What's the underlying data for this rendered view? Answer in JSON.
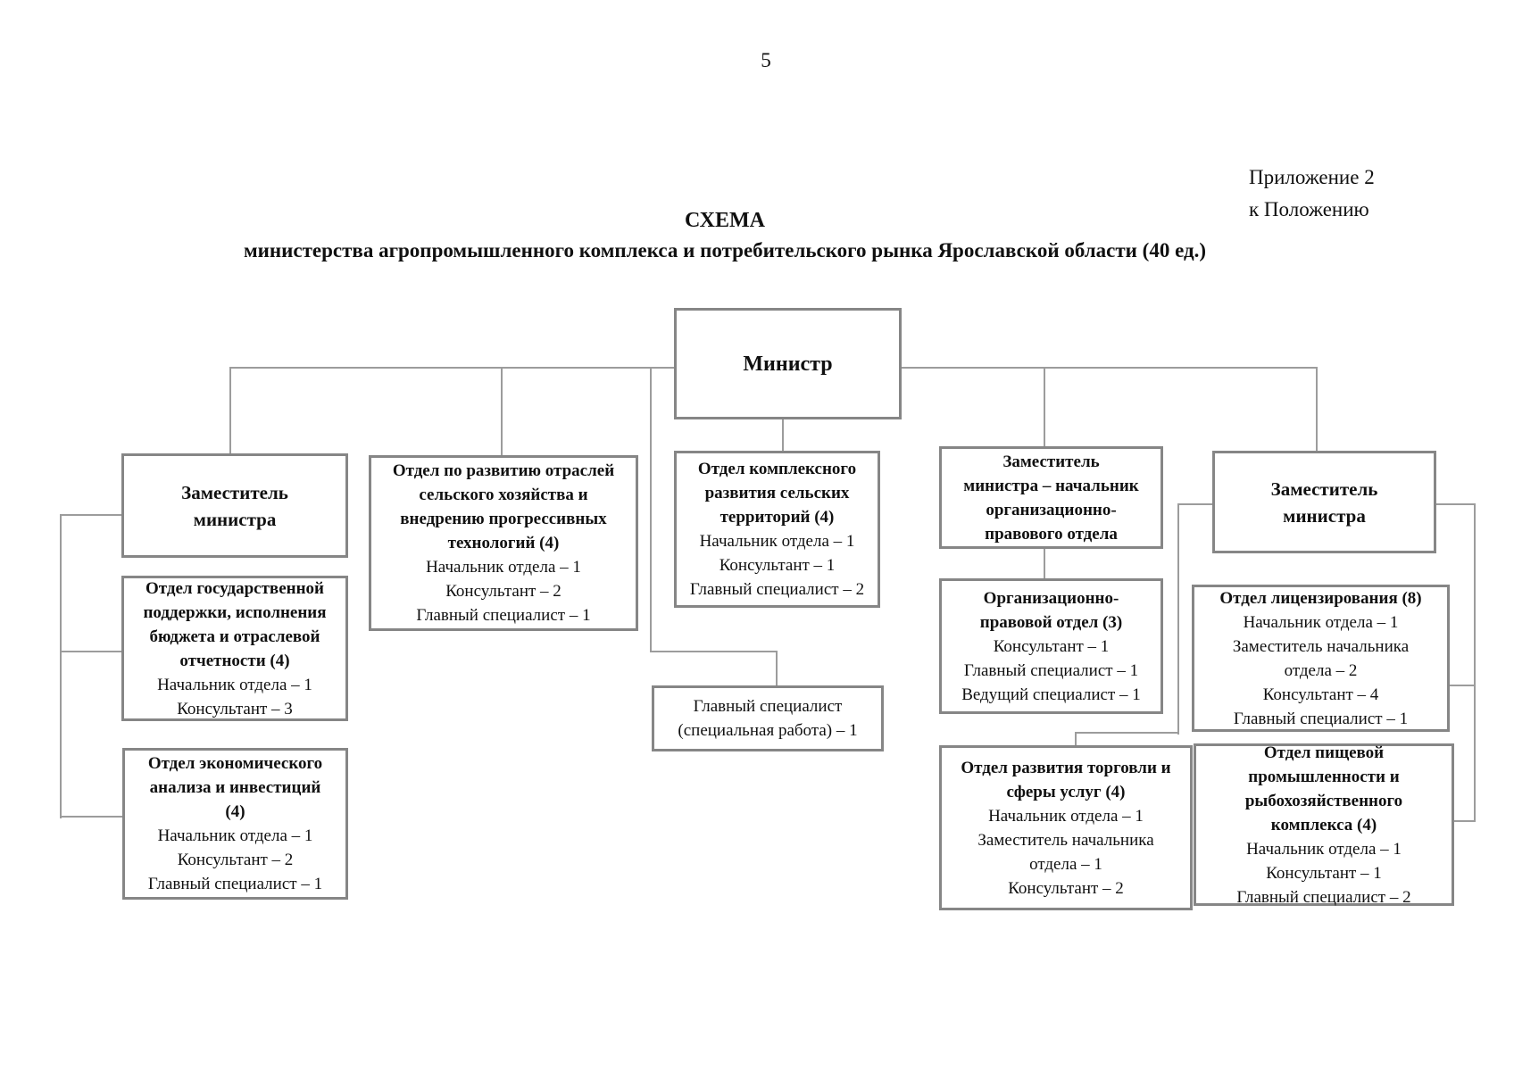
{
  "page": {
    "number": "5",
    "annotation": {
      "line1": "Приложение 2",
      "line2": "к Положению"
    },
    "title": "СХЕМА",
    "subtitle": "министерства агропромышленного комплекса и потребительского рынка Ярославской области (40 ед.)"
  },
  "colors": {
    "box_border": "#868686",
    "connector_line": "#9c9c9c",
    "text": "#101010",
    "background": "#ffffff"
  },
  "org": {
    "minister": {
      "title": "Министр"
    },
    "deputy_left": {
      "title": "Заместитель\nминистра"
    },
    "dept_state_support": {
      "title": "Отдел государственной\nподдержки, исполнения\nбюджета и отраслевой\nотчетности (4)",
      "staff": [
        "Начальник отдела – 1",
        "Консультант – 3"
      ]
    },
    "dept_econ": {
      "title": "Отдел экономического\nанализа и инвестиций\n(4)",
      "staff": [
        "Начальник отдела – 1",
        "Консультант – 2",
        "Главный специалист – 1"
      ]
    },
    "dept_agri": {
      "title": "Отдел по развитию отраслей\nсельского хозяйства и\nвнедрению прогрессивных\nтехнологий (4)",
      "staff": [
        "Начальник отдела – 1",
        "Консультант – 2",
        "Главный специалист – 1"
      ]
    },
    "dept_rural": {
      "title": "Отдел комплексного\nразвития сельских\nтерриторий (4)",
      "staff": [
        "Начальник отдела – 1",
        "Консультант – 1",
        "Главный специалист – 2"
      ]
    },
    "chief_special": {
      "text": "Главный специалист\n(специальная работа) – 1"
    },
    "deputy_org_legal": {
      "title": "Заместитель\nминистра – начальник\nорганизационно-\nправового отдела"
    },
    "dept_org_legal": {
      "title": "Организационно-\nправовой отдел (3)",
      "staff": [
        "Консультант – 1",
        "Главный специалист – 1",
        "Ведущий специалист – 1"
      ]
    },
    "dept_trade": {
      "title": "Отдел развития торговли и\nсферы услуг (4)",
      "staff": [
        "Начальник отдела – 1",
        "Заместитель начальника\nотдела – 1",
        "Консультант – 2"
      ]
    },
    "deputy_right": {
      "title": "Заместитель\nминистра"
    },
    "dept_licensing": {
      "title": "Отдел лицензирования (8)",
      "staff": [
        "Начальник отдела – 1",
        "Заместитель начальника\nотдела – 2",
        "Консультант – 4",
        "Главный специалист – 1"
      ]
    },
    "dept_food": {
      "title": "Отдел пищевой\nпромышленности и\nрыбохозяйственного\nкомплекса (4)",
      "staff": [
        "Начальник отдела – 1",
        "Консультант – 1",
        "Главный специалист – 2"
      ]
    }
  }
}
